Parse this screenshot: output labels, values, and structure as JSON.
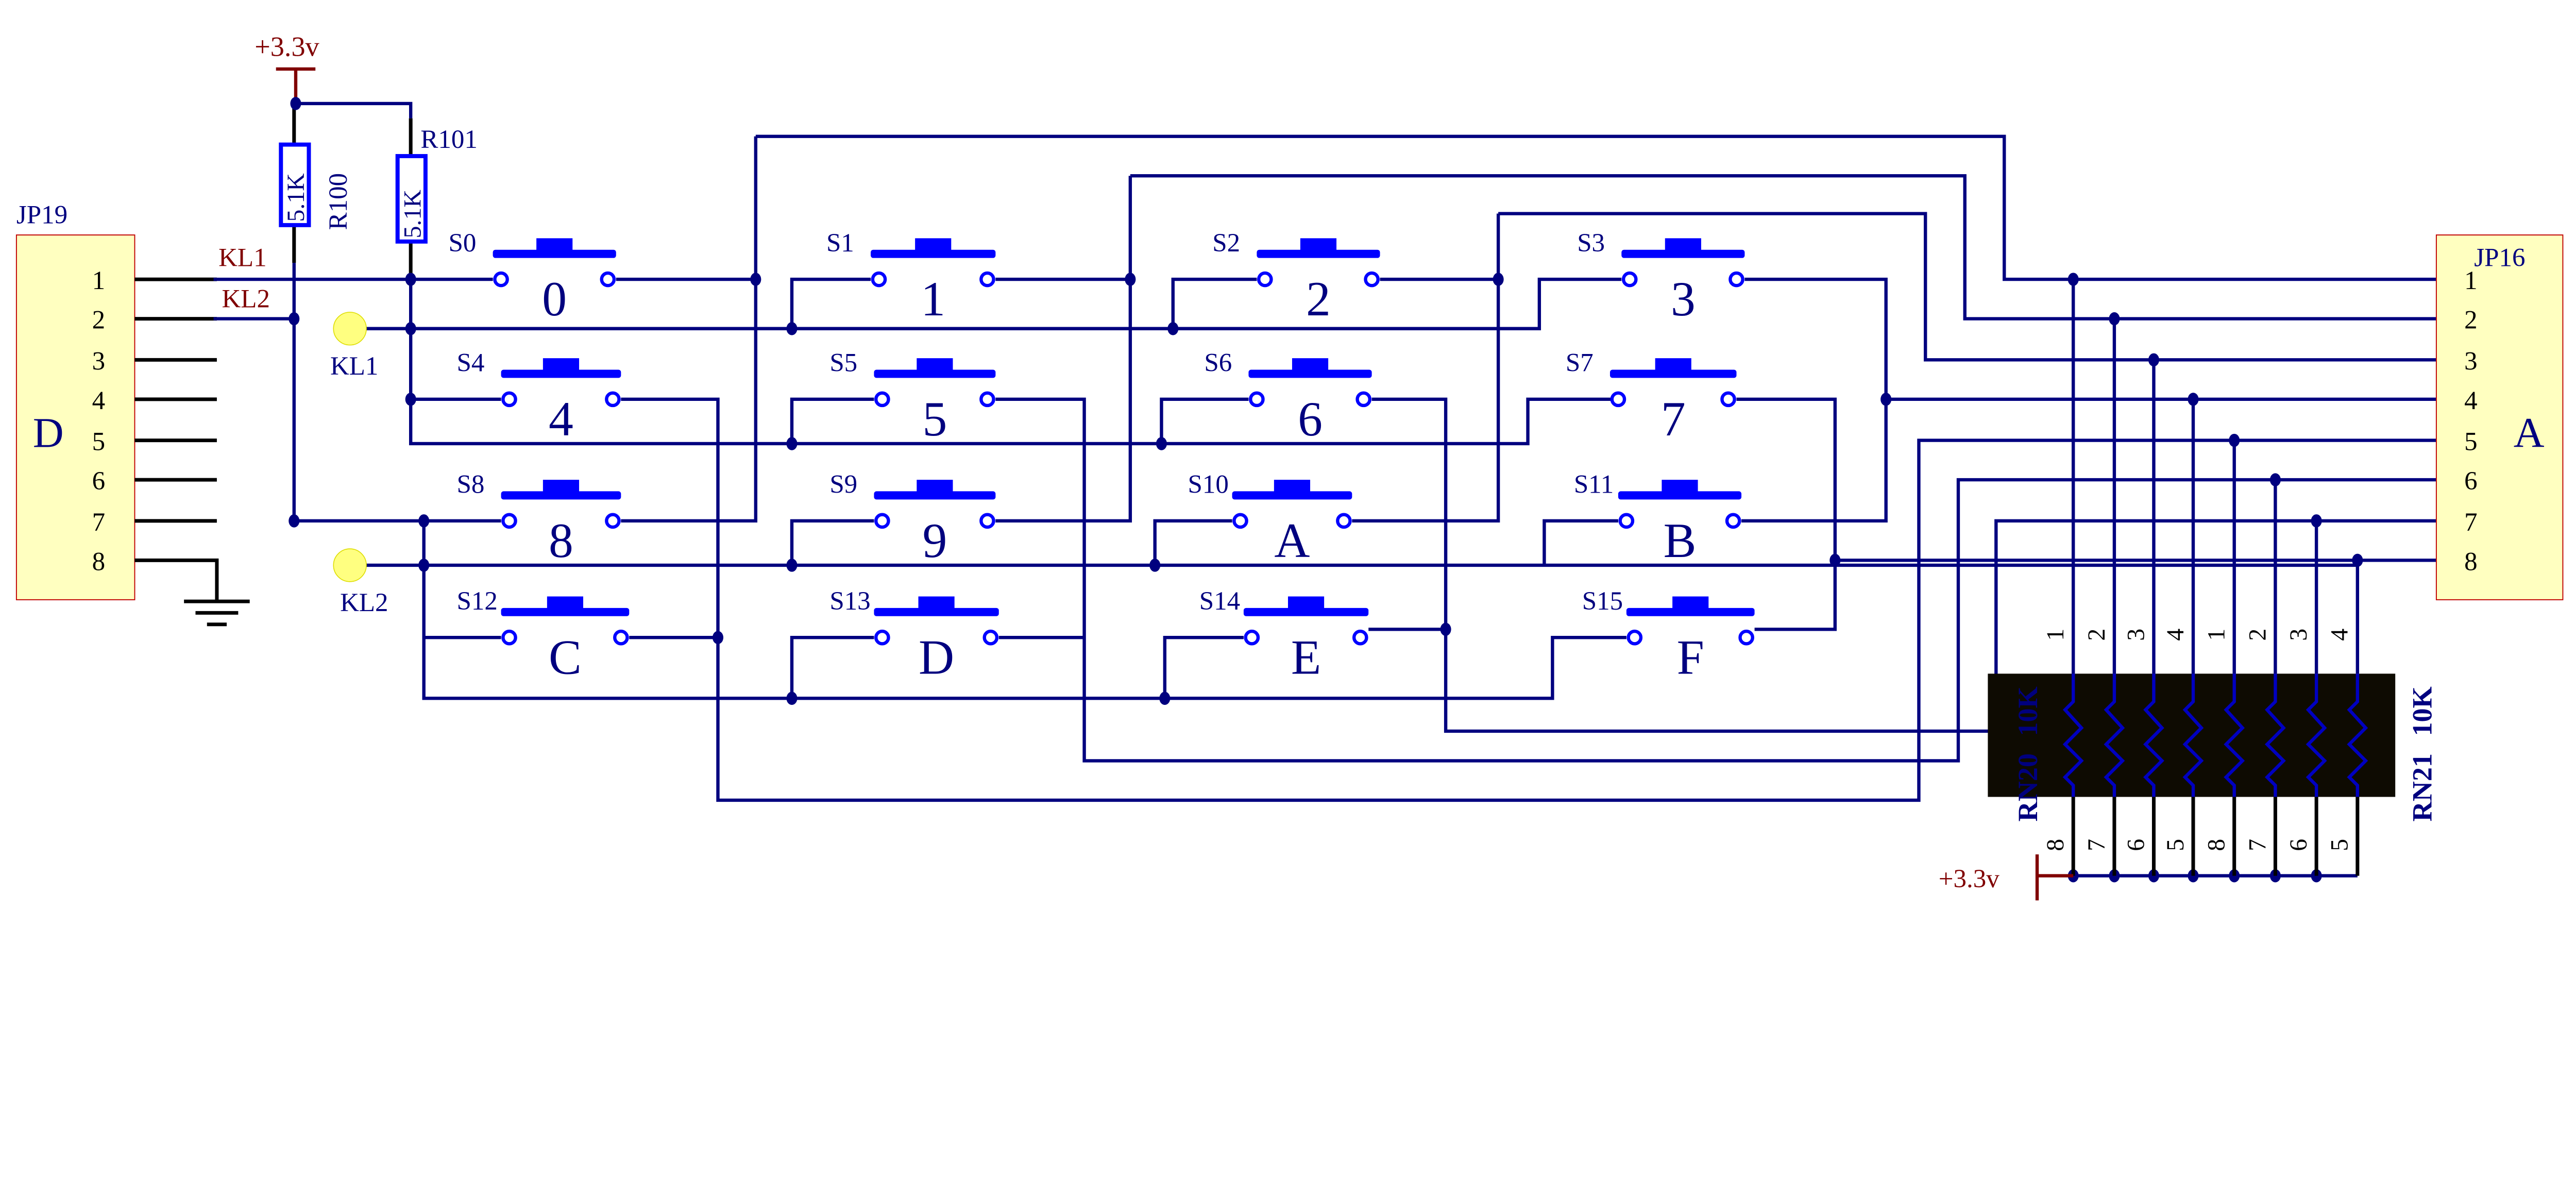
{
  "power": {
    "label_top": "+3.3v",
    "label_bottom": "+3.3v"
  },
  "resistors": [
    {
      "ref": "R100",
      "value": "5.1K"
    },
    {
      "ref": "R101",
      "value": "5.1K"
    }
  ],
  "nets": {
    "kl1": "KL1",
    "kl2": "KL2"
  },
  "test_points": [
    {
      "label": "KL1"
    },
    {
      "label": "KL2"
    }
  ],
  "connector_left": {
    "ref": "JP19",
    "letter": "D",
    "pins": [
      "1",
      "2",
      "3",
      "4",
      "5",
      "6",
      "7",
      "8"
    ]
  },
  "connector_right": {
    "ref": "JP16",
    "letter": "A",
    "pins": [
      "1",
      "2",
      "3",
      "4",
      "5",
      "6",
      "7",
      "8"
    ]
  },
  "resistor_networks": [
    {
      "ref": "RN20",
      "value": "10K",
      "top_pins": [
        "1",
        "2",
        "3",
        "4"
      ],
      "bottom_pins": [
        "8",
        "7",
        "6",
        "5"
      ]
    },
    {
      "ref": "RN21",
      "value": "10K",
      "top_pins": [
        "1",
        "2",
        "3",
        "4"
      ],
      "bottom_pins": [
        "8",
        "7",
        "6",
        "5"
      ]
    }
  ],
  "switches": [
    {
      "ref": "S0",
      "key": "0"
    },
    {
      "ref": "S1",
      "key": "1"
    },
    {
      "ref": "S2",
      "key": "2"
    },
    {
      "ref": "S3",
      "key": "3"
    },
    {
      "ref": "S4",
      "key": "4"
    },
    {
      "ref": "S5",
      "key": "5"
    },
    {
      "ref": "S6",
      "key": "6"
    },
    {
      "ref": "S7",
      "key": "7"
    },
    {
      "ref": "S8",
      "key": "8"
    },
    {
      "ref": "S9",
      "key": "9"
    },
    {
      "ref": "S10",
      "key": "A"
    },
    {
      "ref": "S11",
      "key": "B"
    },
    {
      "ref": "S12",
      "key": "C"
    },
    {
      "ref": "S13",
      "key": "D"
    },
    {
      "ref": "S14",
      "key": "E"
    },
    {
      "ref": "S15",
      "key": "F"
    }
  ],
  "colors": {
    "wire": "#00007f",
    "symbol": "#0000ff",
    "power": "#800000",
    "connector_fill": "#ffffc0",
    "network_fill": "#0e0b02",
    "test_point": "#ffff80"
  }
}
